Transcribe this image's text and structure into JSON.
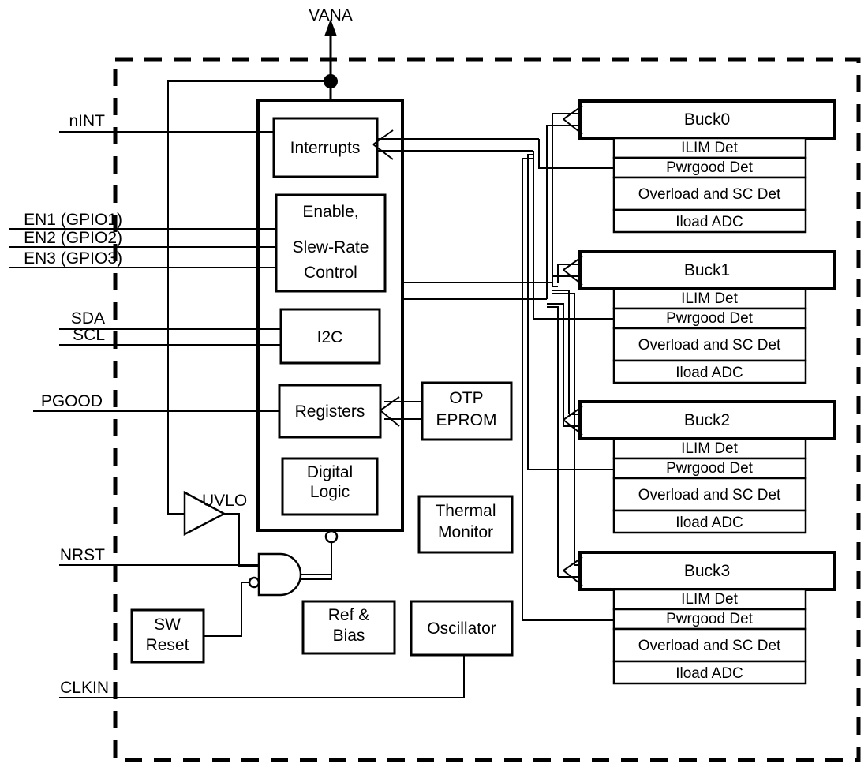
{
  "diagram": {
    "title": "VANA",
    "supply_label": "VANA",
    "left_pins": [
      {
        "name": "nINT",
        "label": "nINT"
      },
      {
        "name": "EN1",
        "label": "EN1 (GPIO1)"
      },
      {
        "name": "EN2",
        "label": "EN2 (GPIO2)"
      },
      {
        "name": "EN3",
        "label": "EN3 (GPIO3)"
      },
      {
        "name": "SDA",
        "label": "SDA"
      },
      {
        "name": "SCL",
        "label": "SCL"
      },
      {
        "name": "PGOOD",
        "label": "PGOOD"
      },
      {
        "name": "NRST",
        "label": "NRST"
      },
      {
        "name": "CLKIN",
        "label": "CLKIN"
      }
    ],
    "core_blocks": [
      {
        "name": "interrupts",
        "label": "Interrupts"
      },
      {
        "name": "enable-slew-rate-control",
        "lines": [
          "Enable,",
          "",
          "Slew-Rate",
          "Control"
        ]
      },
      {
        "name": "i2c",
        "label": "I2C"
      },
      {
        "name": "registers",
        "label": "Registers"
      },
      {
        "name": "digital-logic",
        "lines": [
          "Digital",
          "Logic"
        ]
      }
    ],
    "aux_blocks": [
      {
        "name": "otp-eprom",
        "lines": [
          "OTP",
          "EPROM"
        ]
      },
      {
        "name": "thermal-monitor",
        "lines": [
          "Thermal",
          "Monitor"
        ]
      },
      {
        "name": "ref-bias",
        "lines": [
          "Ref &",
          "Bias"
        ]
      },
      {
        "name": "oscillator",
        "lines": [
          "Oscillator"
        ]
      },
      {
        "name": "sw-reset",
        "lines": [
          "SW",
          "Reset"
        ]
      }
    ],
    "gates": [
      {
        "name": "uvlo",
        "label": "UVLO",
        "type": "buffer"
      },
      {
        "name": "reset-nand",
        "label": "",
        "type": "and-gate"
      }
    ],
    "bucks": [
      {
        "name": "buck0",
        "title": "Buck0",
        "subblocks": [
          "ILIM Det",
          "Pwrgood Det",
          "Overload and SC Det",
          "Iload ADC"
        ]
      },
      {
        "name": "buck1",
        "title": "Buck1",
        "subblocks": [
          "ILIM Det",
          "Pwrgood Det",
          "Overload and SC Det",
          "Iload ADC"
        ]
      },
      {
        "name": "buck2",
        "title": "Buck2",
        "subblocks": [
          "ILIM Det",
          "Pwrgood Det",
          "Overload and SC Det",
          "Iload ADC"
        ]
      },
      {
        "name": "buck3",
        "title": "Buck3",
        "subblocks": [
          "ILIM Det",
          "Pwrgood Det",
          "Overload and SC Det",
          "Iload ADC"
        ]
      }
    ],
    "colors": {
      "line": "#000000",
      "background": "#ffffff",
      "fill": "#ffffff"
    }
  }
}
